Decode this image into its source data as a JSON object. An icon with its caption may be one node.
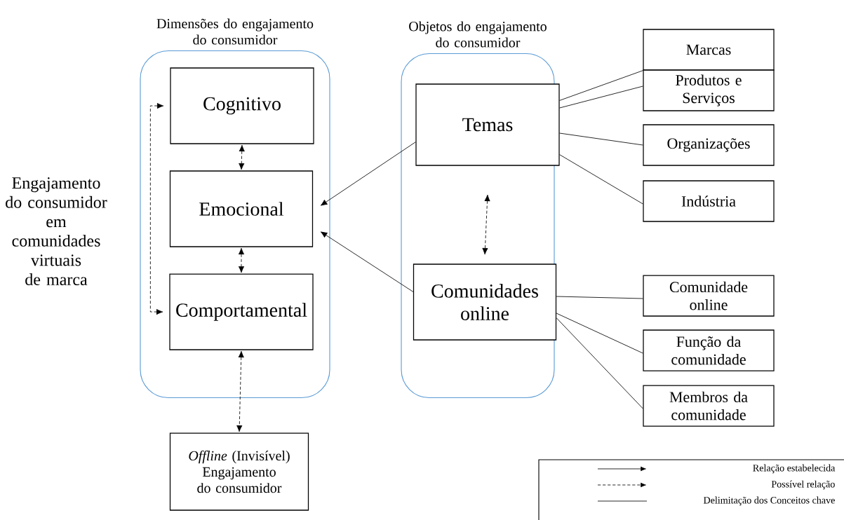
{
  "diagram": {
    "nodes": [
      {
        "text": [
          "Dimensões do engajamento do consumidor"
        ]
      },
      {
        "text": [
          "Cognitivo"
        ],
        "in": 0
      },
      {
        "text": [
          "Emocional"
        ],
        "in": 0
      },
      {
        "text": [
          "Comportamental"
        ],
        "in": 0
      },
      {
        "text": [
          "*Offline* (Invisível) Engajamento do consumidor"
        ]
      },
      {
        "text": [
          "Objetos do engajamento do consumidor"
        ]
      },
      {
        "text": [
          "Temas"
        ],
        "in": 5
      },
      {
        "text": [
          "Comunidades online"
        ],
        "in": 5
      },
      {
        "text": [
          "Marcas"
        ]
      },
      {
        "text": [
          "Produtos e Serviços"
        ]
      },
      {
        "text": [
          "Organizações"
        ]
      },
      {
        "text": [
          "Indústria"
        ]
      },
      {
        "text": [
          "Comunidade online"
        ]
      },
      {
        "text": [
          "Função da comunidade"
        ]
      },
      {
        "text": [
          "Membros da comunidade"
        ]
      }
    ],
    "edges": [
      {
        "from": 1,
        "to": 2,
        "arrow": "both",
        "style": "dashed"
      },
      {
        "from": 2,
        "to": 3,
        "arrow": "both",
        "style": "dashed"
      },
      {
        "from": 1,
        "to": 3,
        "arrow": "both",
        "style": "dashed"
      },
      {
        "from": 3,
        "to": 4,
        "arrow": "both",
        "style": "dashed"
      },
      {
        "from": 6,
        "to": 2,
        "arrow": "to"
      },
      {
        "from": 7,
        "to": 2,
        "arrow": "to"
      },
      {
        "from": 6,
        "to": 7,
        "arrow": "both",
        "style": "dashed"
      },
      {
        "from": 6,
        "to": 8,
        "arrow": "none"
      },
      {
        "from": 6,
        "to": 9,
        "arrow": "none"
      },
      {
        "from": 6,
        "to": 10,
        "arrow": "none"
      },
      {
        "from": 6,
        "to": 11,
        "arrow": "none"
      },
      {
        "from": 7,
        "to": 12,
        "arrow": "none"
      },
      {
        "from": 7,
        "to": 13,
        "arrow": "none"
      },
      {
        "from": 7,
        "to": 14,
        "arrow": "none"
      }
    ],
    "labels": [
      "Engajamento do consumidor em comunidades virtuais de marca"
    ],
    "legend": [
      {
        "text": "Relação estabelecida"
      },
      {
        "text": "Possível relação"
      },
      {
        "text": "Delimitação dos Conceitos chave"
      }
    ]
  }
}
